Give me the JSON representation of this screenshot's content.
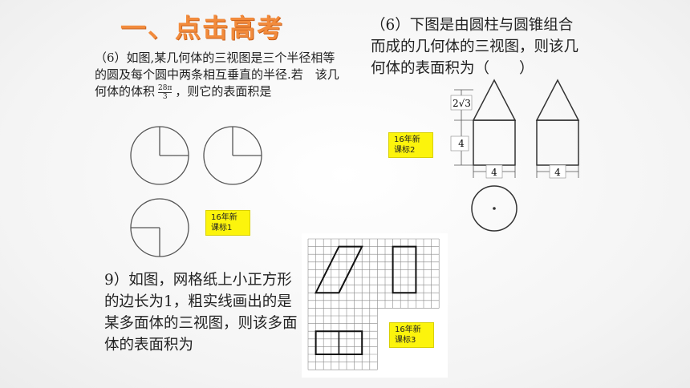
{
  "title": "一、点击高考",
  "problem_left": {
    "text_a": "（6）如图,某几何体的三视图是三个半径相等的圆及每个圆中两条相互垂直的半径.若　该几何体的体积",
    "frac_num": "28π",
    "frac_den": "3",
    "text_b": "，则它的表面积是",
    "badge": "16年新课标1"
  },
  "problem_right": {
    "text": "（6）下图是由圆柱与圆锥组合而成的几何体的三视图，则该几何体的表面积为（　　）",
    "badge": "16年新课标2",
    "dims": {
      "cone_height": "2√3",
      "cyl_height": "4",
      "width_front": "4",
      "width_side": "4"
    }
  },
  "problem_bottom": {
    "text": "9）如图，网格纸上小正方形的边长为1，粗实线画出的是某多面体的三视图，则该多面体的表面积为",
    "badge": "16年新课标3"
  }
}
